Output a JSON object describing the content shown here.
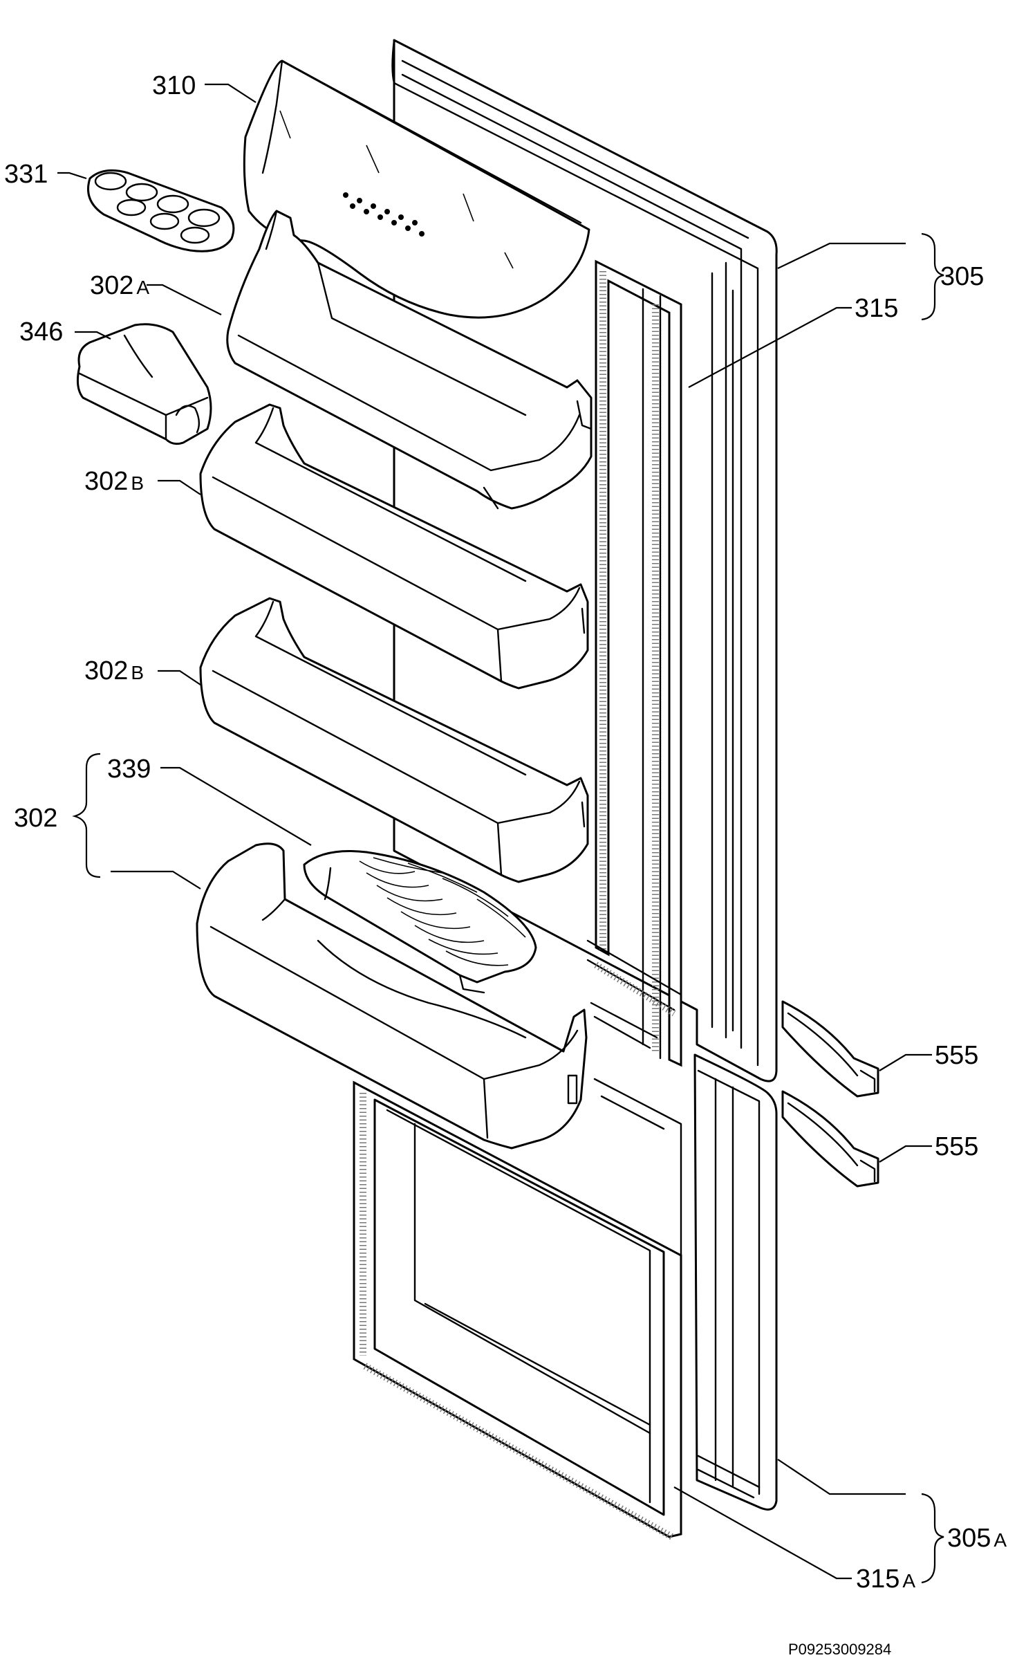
{
  "diagram": {
    "reference_code": "P09253009284",
    "labels": [
      {
        "id": "l310",
        "num": "310",
        "suffix": ""
      },
      {
        "id": "l331",
        "num": "331",
        "suffix": ""
      },
      {
        "id": "l302a",
        "num": "302",
        "suffix": "A"
      },
      {
        "id": "l346",
        "num": "346",
        "suffix": ""
      },
      {
        "id": "l302b1",
        "num": "302",
        "suffix": "B"
      },
      {
        "id": "l302b2",
        "num": "302",
        "suffix": "B"
      },
      {
        "id": "l339",
        "num": "339",
        "suffix": ""
      },
      {
        "id": "l302",
        "num": "302",
        "suffix": ""
      },
      {
        "id": "l305",
        "num": "305",
        "suffix": ""
      },
      {
        "id": "l315",
        "num": "315",
        "suffix": ""
      },
      {
        "id": "l555a",
        "num": "555",
        "suffix": ""
      },
      {
        "id": "l555b",
        "num": "555",
        "suffix": ""
      },
      {
        "id": "l305a",
        "num": "305",
        "suffix": "A"
      },
      {
        "id": "l315a",
        "num": "315",
        "suffix": "A"
      }
    ]
  }
}
